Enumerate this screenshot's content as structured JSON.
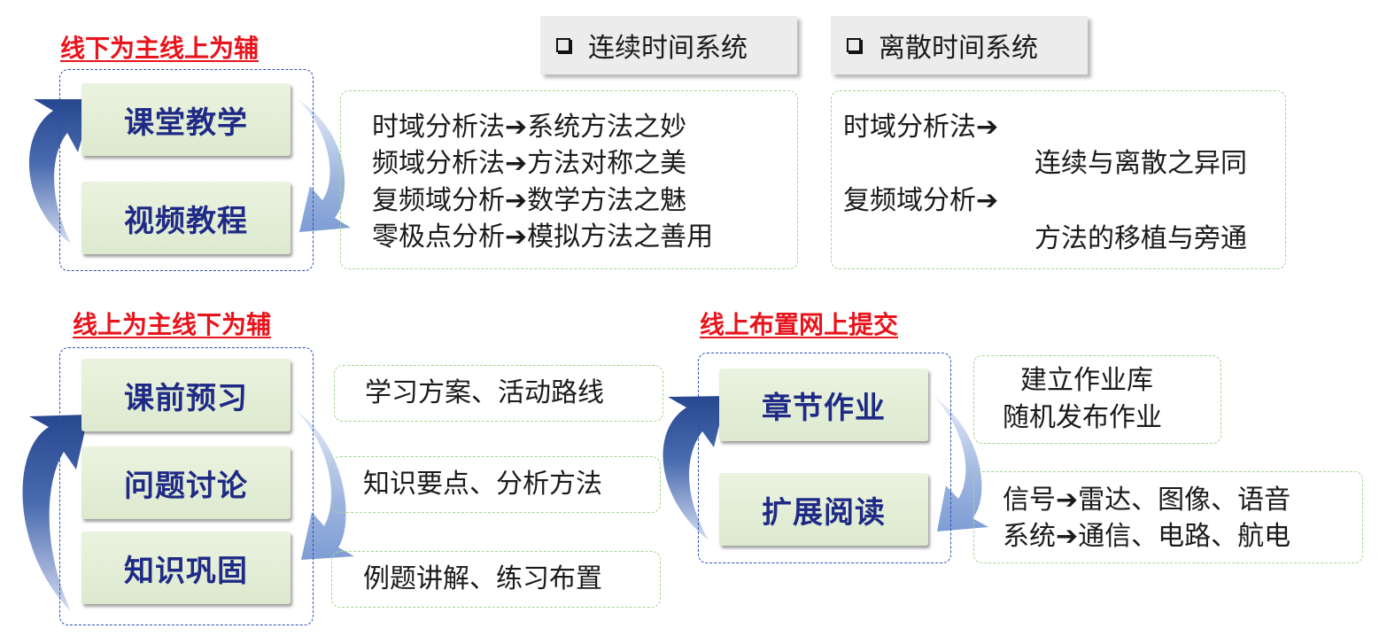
{
  "headings": {
    "offline_main": "线下为主线上为辅",
    "online_main": "线上为主线下为辅",
    "online_submit": "线上布置网上提交"
  },
  "tabs": {
    "continuous": "连续时间系统",
    "discrete": "离散时间系统"
  },
  "offline_group": {
    "item1": "课堂教学",
    "item2": "视频教程"
  },
  "online_group": {
    "item1": "课前预习",
    "item2": "问题讨论",
    "item3": "知识巩固"
  },
  "homework_group": {
    "item1": "章节作业",
    "item2": "扩展阅读"
  },
  "continuous_methods": [
    {
      "method": "时域分析法",
      "result": "系统方法之妙"
    },
    {
      "method": "频域分析法",
      "result": "方法对称之美"
    },
    {
      "method": "复频域分析",
      "result": "数学方法之魅"
    },
    {
      "method": "零极点分析",
      "result": "模拟方法之善用"
    }
  ],
  "discrete_methods": [
    {
      "method": "时域分析法",
      "result": "连续与离散之异同"
    },
    {
      "method": "复频域分析",
      "result": "方法的移植与旁通"
    }
  ],
  "online_notes": {
    "preview": "学习方案、活动路线",
    "discussion": "知识要点、分析方法",
    "consolidation": "例题讲解、练习布置"
  },
  "homework_notes": {
    "line1": "建立作业库",
    "line2": "随机发布作业"
  },
  "reading_notes": [
    {
      "topic": "信号",
      "items": "雷达、图像、语音"
    },
    {
      "topic": "系统",
      "items": "通信、电路、航电"
    }
  ],
  "arrow_glyph": "➔",
  "colors": {
    "heading": "#e8141c",
    "pill_text": "#1f2a86",
    "pill_bg": "#e3eed6",
    "group_border": "#2a4fb8",
    "note_border": "#a8d490",
    "arrow_dark": "#2b4f97",
    "arrow_light": "#8eaadb"
  }
}
